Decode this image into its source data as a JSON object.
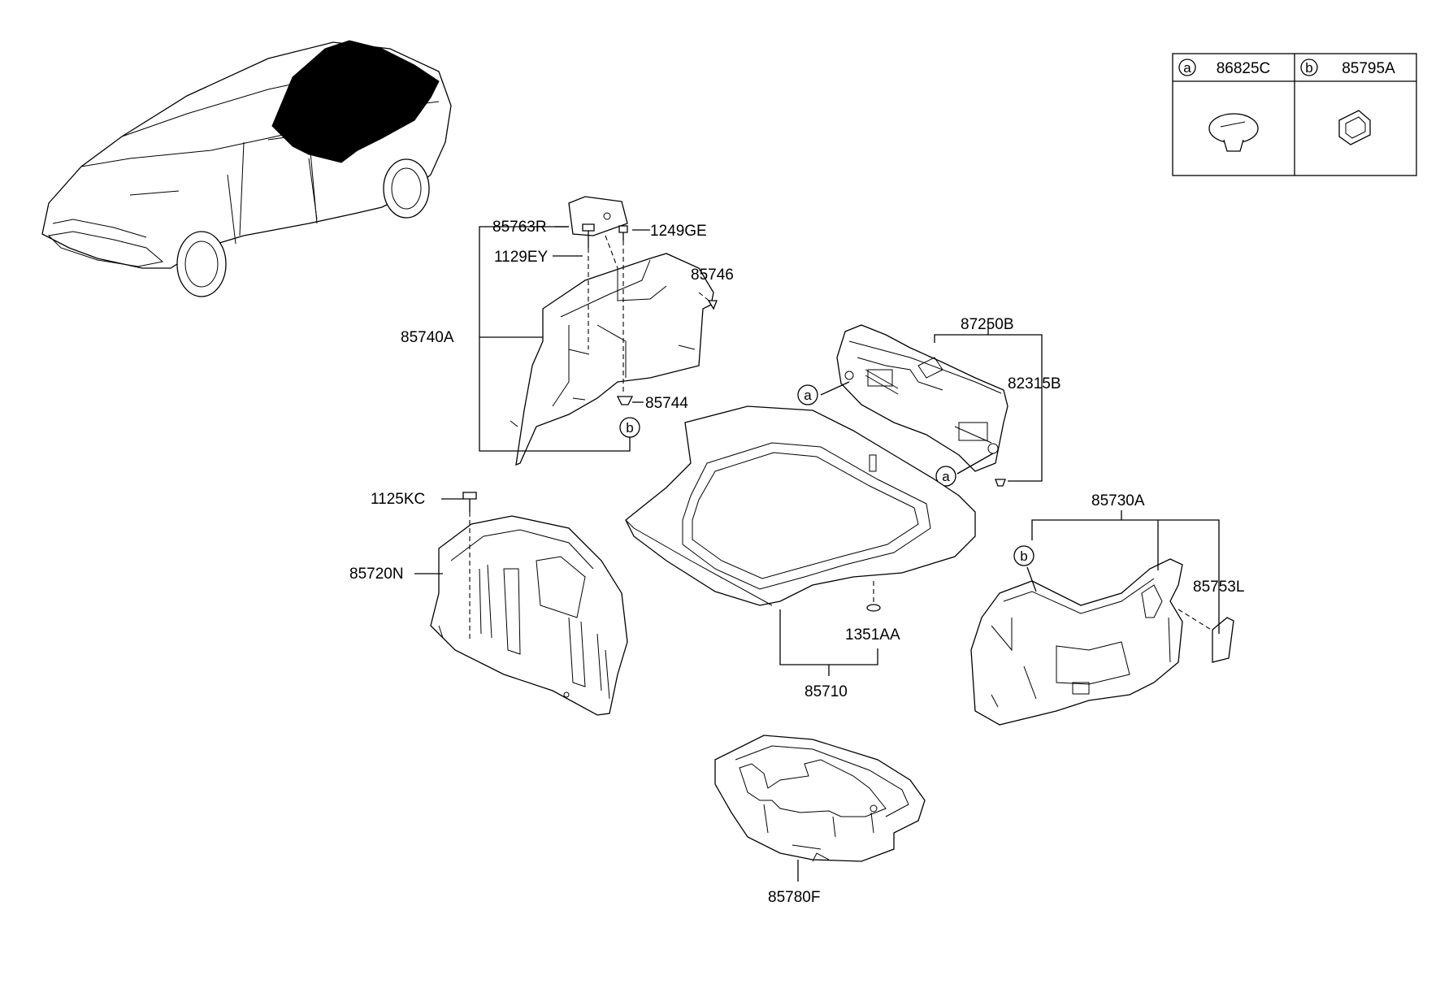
{
  "legend": {
    "a": {
      "letter": "a",
      "code": "86825C"
    },
    "b": {
      "letter": "b",
      "code": "85795A"
    }
  },
  "callouts": {
    "a": "a",
    "b": "b"
  },
  "parts": {
    "p85763R": "85763R",
    "p1249GE": "1249GE",
    "p1129EY": "1129EY",
    "p85746": "85746",
    "p85740A": "85740A",
    "p85744": "85744",
    "p87250B": "87250B",
    "p82315B": "82315B",
    "p1125KC": "1125KC",
    "p85720N": "85720N",
    "p85730A": "85730A",
    "p85753L": "85753L",
    "p1351AA": "1351AA",
    "p85710": "85710",
    "p85780F": "85780F"
  },
  "colors": {
    "ink": "#000000",
    "paper": "#ffffff"
  }
}
